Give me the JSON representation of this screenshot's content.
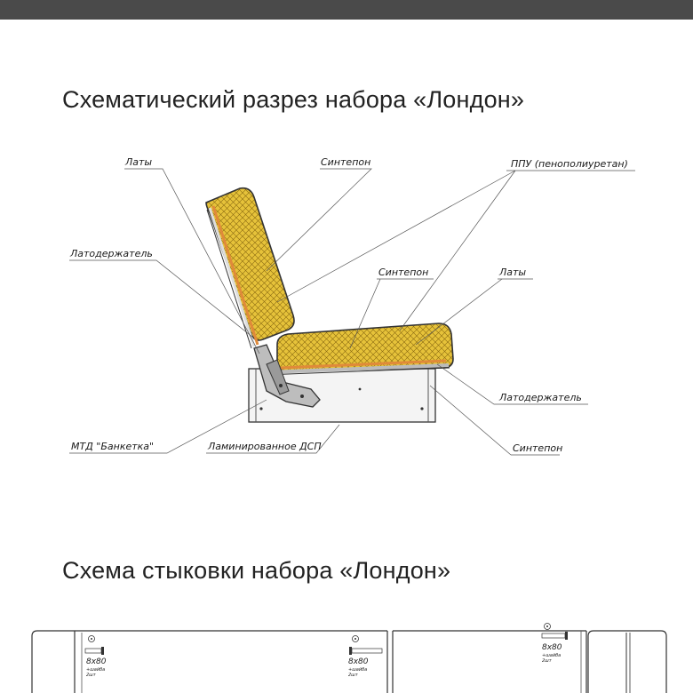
{
  "section1": {
    "title": "Схематический разрез набора «Лондон»",
    "labels": {
      "laty_top": "Латы",
      "sintepon_top": "Синтепон",
      "ppu": "ППУ (пенополиуретан)",
      "latoderzhatel_left": "Латодержатель",
      "sintepon_mid": "Синтепон",
      "laty_right": "Латы",
      "latoderzhatel_right": "Латодержатель",
      "mtd": "МТД \"Банкетка\"",
      "ldsp": "Ламинированное ДСП",
      "sintepon_bottom": "Синтепон"
    }
  },
  "section2": {
    "title": "Схема стыковки набора «Лондон»",
    "bolts": [
      {
        "size": "8х80",
        "line2": "+шайба",
        "line3": "2шт"
      },
      {
        "size": "8х80",
        "line2": "+шайба",
        "line3": "2шт"
      },
      {
        "size": "8х80",
        "line2": "+шайба",
        "line3": "2шт"
      }
    ]
  },
  "colors": {
    "top_bar": "#4a4a4a",
    "foam": "#e6c23a",
    "lath": "#e08a3a",
    "line": "#333333"
  }
}
